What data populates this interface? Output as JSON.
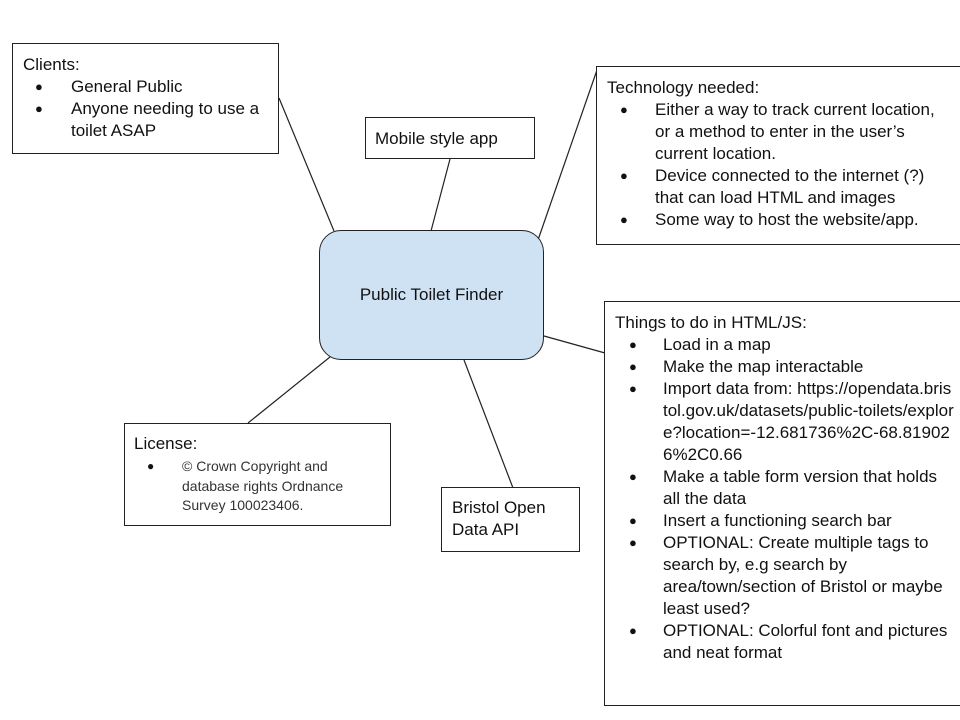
{
  "center": {
    "label": "Public Toilet Finder"
  },
  "clients": {
    "title": "Clients:",
    "items": [
      "General Public",
      "Anyone needing to use a toilet ASAP"
    ]
  },
  "mobile": {
    "label": "Mobile style app"
  },
  "technology": {
    "title": "Technology needed:",
    "items": [
      "Either a way to track current location, or a method to enter in the user’s current location.",
      "Device connected to the internet (?) that can load HTML and images",
      "Some way to host the website/app."
    ]
  },
  "todo": {
    "title": "Things to do in HTML/JS:",
    "items": [
      "Load in a map",
      "Make the map interactable",
      "Import data from: https://opendata.bristol.gov.uk/datasets/public-toilets/explore?location=-12.681736%2C-68.819026%2C0.66",
      "Make a table form version that holds all the data",
      "Insert a functioning search bar",
      "OPTIONAL: Create multiple tags to search by, e.g search by area/town/section of Bristol or maybe least used?",
      "OPTIONAL: Colorful font and pictures and neat format"
    ]
  },
  "license": {
    "title": "License:",
    "items": [
      "© Crown Copyright and database rights Ordnance Survey 100023406."
    ]
  },
  "bristol": {
    "label": "Bristol Open Data API"
  }
}
